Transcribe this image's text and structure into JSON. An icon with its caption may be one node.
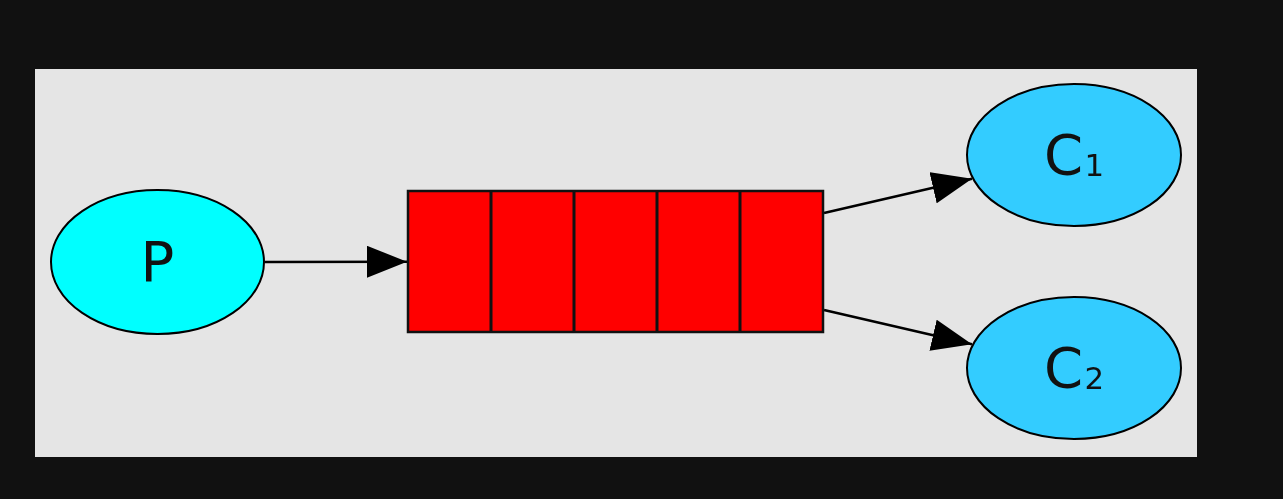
{
  "diagram": {
    "nodes": [
      {
        "text": [
          "P"
        ]
      },
      {
        "text": [],
        "shape": "box"
      },
      {
        "text": [
          "C$_{1}$"
        ]
      },
      {
        "text": [
          "C$_{2}$"
        ]
      }
    ],
    "edges": [
      {
        "from": 0,
        "to": 1,
        "arrow": "to"
      },
      {
        "from": 1,
        "to": 2,
        "arrow": "to"
      },
      {
        "from": 1,
        "to": 3,
        "arrow": "to"
      }
    ]
  }
}
